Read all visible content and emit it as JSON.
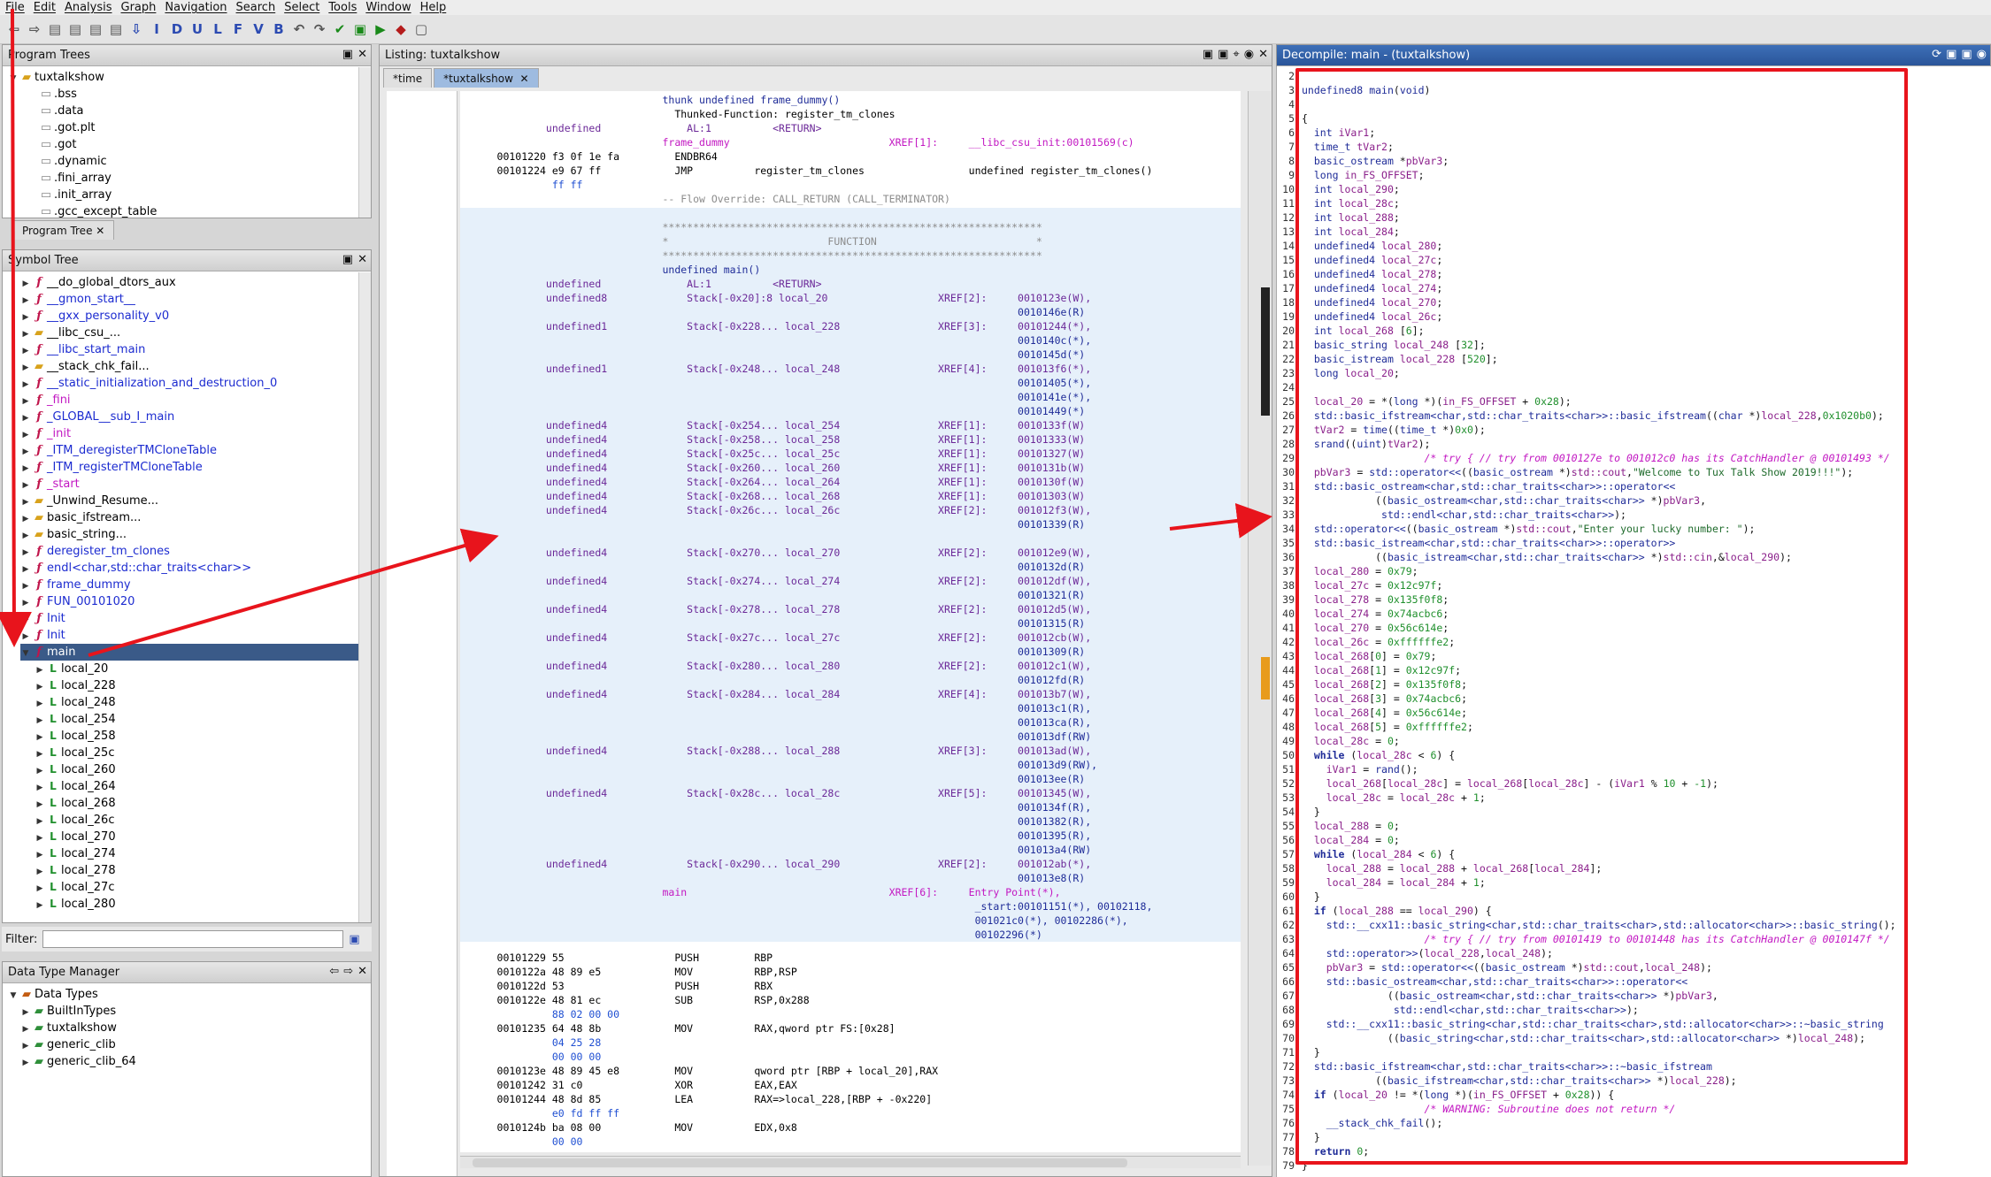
{
  "menu": [
    "File",
    "Edit",
    "Analysis",
    "Graph",
    "Navigation",
    "Search",
    "Select",
    "Tools",
    "Window",
    "Help"
  ],
  "program_trees": {
    "title": "Program Trees",
    "root": "tuxtalkshow",
    "items": [
      ".bss",
      ".data",
      ".got.plt",
      ".got",
      ".dynamic",
      ".fini_array",
      ".init_array",
      ".gcc_except_table"
    ],
    "tab": "Program Tree"
  },
  "symbol_tree": {
    "title": "Symbol Tree",
    "items": [
      {
        "label": "__do_global_dtors_aux",
        "icon": "function-icon",
        "color": "blk"
      },
      {
        "label": "__gmon_start__",
        "icon": "external-function-icon",
        "color": "blue"
      },
      {
        "label": "__gxx_personality_v0",
        "icon": "external-function-icon",
        "color": "blue"
      },
      {
        "label": "__libc_csu_...",
        "icon": "folder-icon",
        "color": "blk"
      },
      {
        "label": "__libc_start_main",
        "icon": "external-function-icon",
        "color": "blue"
      },
      {
        "label": "__stack_chk_fail...",
        "icon": "folder-icon",
        "color": "blk"
      },
      {
        "label": "__static_initialization_and_destruction_0",
        "icon": "function-icon",
        "color": "blue"
      },
      {
        "label": "_fini",
        "icon": "function-icon",
        "color": "mag"
      },
      {
        "label": "_GLOBAL__sub_I_main",
        "icon": "function-icon",
        "color": "blue"
      },
      {
        "label": "_init",
        "icon": "function-icon",
        "color": "mag"
      },
      {
        "label": "_ITM_deregisterTMCloneTable",
        "icon": "external-function-icon",
        "color": "blue"
      },
      {
        "label": "_ITM_registerTMCloneTable",
        "icon": "external-function-icon",
        "color": "blue"
      },
      {
        "label": "_start",
        "icon": "function-icon",
        "color": "mag"
      },
      {
        "label": "_Unwind_Resume...",
        "icon": "folder-icon",
        "color": "blk"
      },
      {
        "label": "basic_ifstream...",
        "icon": "folder-icon",
        "color": "blk"
      },
      {
        "label": "basic_string...",
        "icon": "folder-icon",
        "color": "blk"
      },
      {
        "label": "deregister_tm_clones",
        "icon": "function-icon",
        "color": "blue"
      },
      {
        "label": "endl<char,std::char_traits<char>>",
        "icon": "external-function-icon",
        "color": "blue"
      },
      {
        "label": "frame_dummy",
        "icon": "function-icon",
        "color": "blue"
      },
      {
        "label": "FUN_00101020",
        "icon": "function-icon",
        "color": "blue"
      },
      {
        "label": "Init",
        "icon": "external-function-icon",
        "color": "blue"
      },
      {
        "label": "Init",
        "icon": "external-function-icon",
        "color": "blue"
      },
      {
        "label": "main",
        "icon": "function-icon",
        "color": "blue",
        "selected": true
      }
    ],
    "locals": [
      "local_20",
      "local_228",
      "local_248",
      "local_254",
      "local_258",
      "local_25c",
      "local_260",
      "local_264",
      "local_268",
      "local_26c",
      "local_270",
      "local_274",
      "local_278",
      "local_27c",
      "local_280"
    ]
  },
  "filter_label": "Filter:",
  "data_type_manager": {
    "title": "Data Type Manager",
    "root": "Data Types",
    "items": [
      "BuiltInTypes",
      "tuxtalkshow",
      "generic_clib",
      "generic_clib_64"
    ]
  },
  "listing": {
    "title": "Listing:  tuxtalkshow",
    "tabs": [
      "*time",
      "*tuxtalkshow"
    ]
  },
  "decompile": {
    "title": "Decompile: main -  (tuxtalkshow)",
    "line_numbers": [
      "2",
      "3",
      "4",
      "5",
      "6",
      "7",
      "8",
      "9",
      "10",
      "11",
      "12",
      "13",
      "14",
      "15",
      "16",
      "17",
      "18",
      "19",
      "20",
      "21",
      "22",
      "23",
      "24",
      "25",
      "26",
      "27",
      "28",
      "29",
      "30",
      "31",
      "32",
      "33",
      "34",
      "35",
      "36",
      "37",
      "38",
      "39",
      "40",
      "41",
      "42",
      "43",
      "44",
      "45",
      "46",
      "47",
      "48",
      "49",
      "50",
      "51",
      "52",
      "53",
      "54",
      "55",
      "56",
      "57",
      "58",
      "59",
      "60",
      "61",
      "62",
      "63",
      "64",
      "65",
      "66",
      "67",
      "68",
      "69",
      "70",
      "71",
      "72",
      "73",
      "74",
      "75",
      "76",
      "77",
      "78",
      "79"
    ]
  },
  "colors": {
    "selection": "#3a5a88",
    "annotation": "#e8141c",
    "title_blue": "#2a5599"
  }
}
